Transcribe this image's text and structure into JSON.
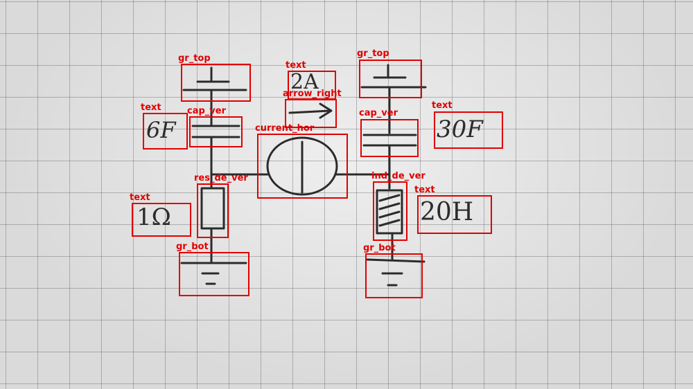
{
  "annotations": {
    "gr_top_left": "gr_top",
    "gr_top_right": "gr_top",
    "text_current": "text",
    "arrow_right": "arrow_right",
    "text_cap_left": "text",
    "cap_ver_left": "cap_ver",
    "current_hor": "current_hor",
    "cap_ver_right": "cap_ver",
    "text_cap_right": "text",
    "res_de_ver": "res_de_ver",
    "ind_de_ver": "ind_de_ver",
    "text_res": "text",
    "text_ind": "text",
    "gr_bot_left": "gr_bot",
    "gr_bot_right": "gr_bot"
  },
  "handwriting": {
    "current_value": "2A",
    "cap_left_value": "6F",
    "cap_right_value": "30F",
    "res_value": "1Ω",
    "ind_value": "20H"
  },
  "colors": {
    "box": "#e00000",
    "ink": "#2b2b2b",
    "paper": "#dadada"
  }
}
